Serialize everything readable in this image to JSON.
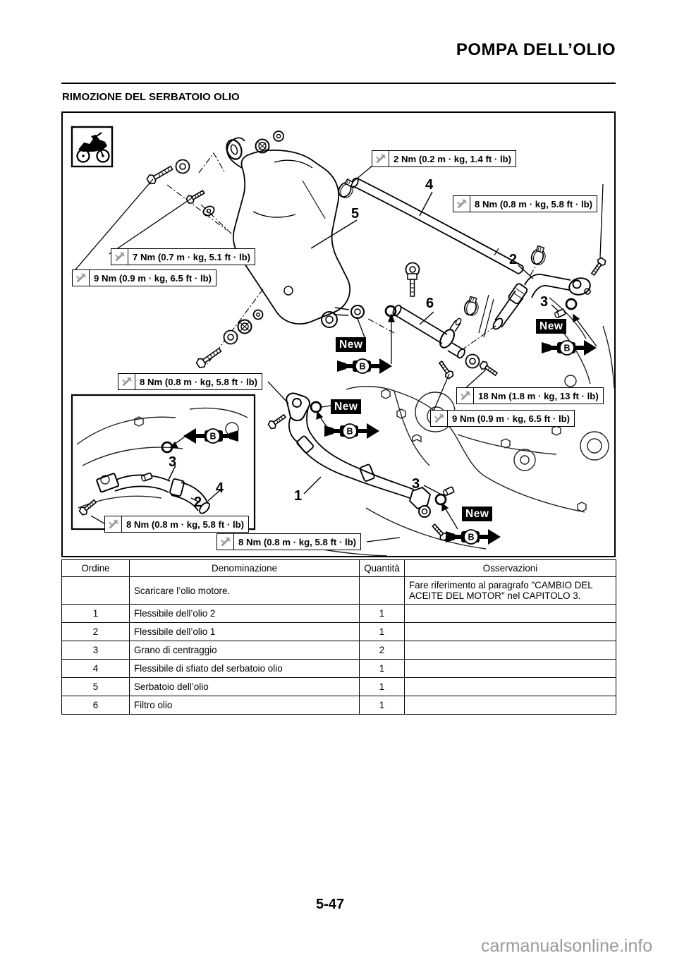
{
  "page": {
    "header_title": "POMPA DELL’OLIO",
    "section_title": "RIMOZIONE DEL SERBATOIO OLIO",
    "page_number": "5-47",
    "watermark": "carmanualsonline.info"
  },
  "diagram": {
    "motorcycle_icon": "off-road motorcycle",
    "torque_labels": [
      {
        "id": "t-2nm",
        "text": "2 Nm (0.2 m · kg, 1.4 ft · lb)"
      },
      {
        "id": "t-8nm-top",
        "text": "8 Nm (0.8 m · kg, 5.8 ft · lb)"
      },
      {
        "id": "t-7nm",
        "text": "7 Nm (0.7 m · kg, 5.1 ft · lb)"
      },
      {
        "id": "t-9nm-left",
        "text": "9 Nm (0.9 m · kg, 6.5 ft · lb)"
      },
      {
        "id": "t-8nm-mid",
        "text": "8 Nm (0.8 m · kg, 5.8 ft · lb)"
      },
      {
        "id": "t-18nm",
        "text": "18 Nm (1.8 m · kg, 13 ft · lb)"
      },
      {
        "id": "t-9nm-right",
        "text": "9 Nm (0.9 m · kg, 6.5 ft · lb)"
      },
      {
        "id": "t-8nm-inset",
        "text": "8 Nm (0.8 m · kg, 5.8 ft · lb)"
      },
      {
        "id": "t-8nm-bottom",
        "text": "8 Nm (0.8 m · kg, 5.8 ft · lb)"
      }
    ],
    "new_tag": "New",
    "grease_label": "B",
    "callouts": [
      "4",
      "5",
      "2",
      "3",
      "6",
      "1",
      "3",
      "3",
      "4",
      "2"
    ]
  },
  "table": {
    "headers": [
      "Ordine",
      "Denominazione",
      "Quantità",
      "Osservazioni"
    ],
    "rows": [
      {
        "ordine": "",
        "denominazione": "Scaricare l’olio motore.",
        "quantita": "",
        "osservazioni": "Fare riferimento al paragrafo \"CAMBIO DEL ACEITE DEL MOTOR\" nel CAPITOLO 3."
      },
      {
        "ordine": "1",
        "denominazione": "Flessibile dell’olio 2",
        "quantita": "1",
        "osservazioni": ""
      },
      {
        "ordine": "2",
        "denominazione": "Flessibile dell’olio 1",
        "quantita": "1",
        "osservazioni": ""
      },
      {
        "ordine": "3",
        "denominazione": "Grano di centraggio",
        "quantita": "2",
        "osservazioni": ""
      },
      {
        "ordine": "4",
        "denominazione": "Flessibile di sfiato del serbatoio olio",
        "quantita": "1",
        "osservazioni": ""
      },
      {
        "ordine": "5",
        "denominazione": "Serbatoio dell’olio",
        "quantita": "1",
        "osservazioni": ""
      },
      {
        "ordine": "6",
        "denominazione": "Filtro olio",
        "quantita": "1",
        "osservazioni": ""
      }
    ]
  }
}
